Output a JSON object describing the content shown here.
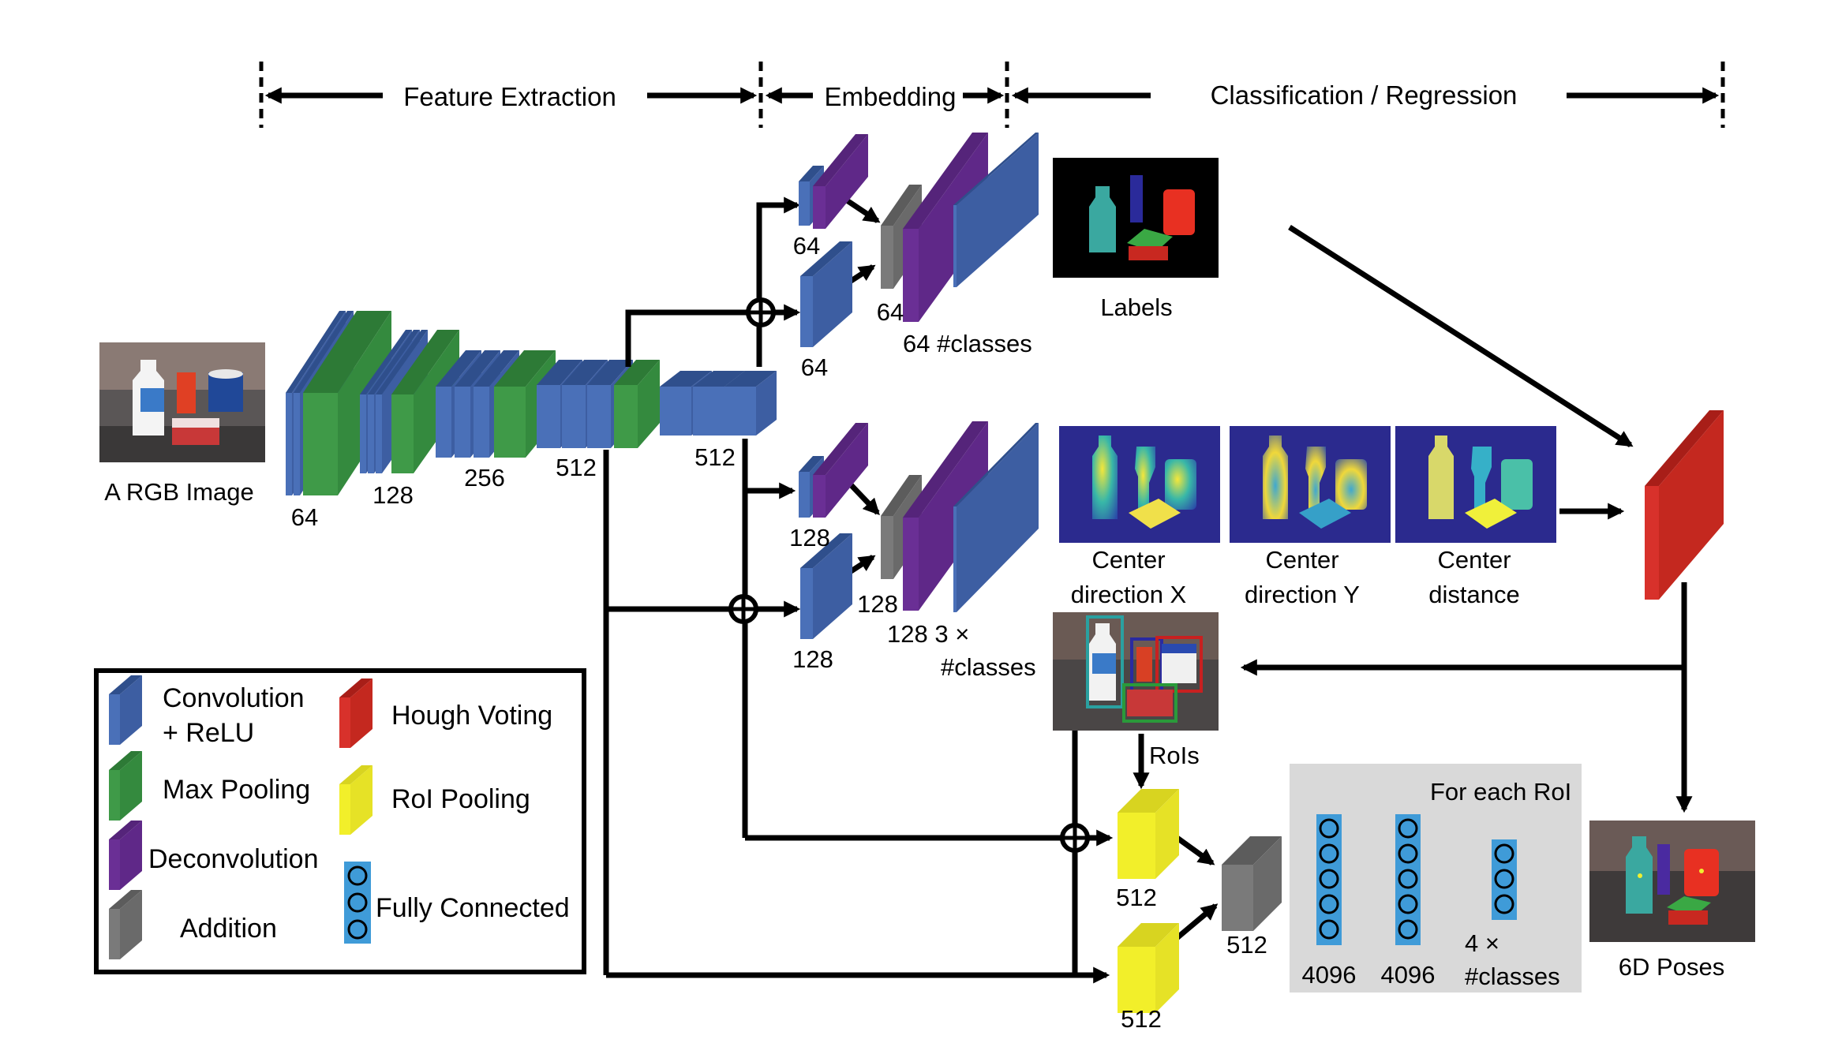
{
  "sections": {
    "feature_extraction": "Feature Extraction",
    "embedding": "Embedding",
    "classification": "Classification / Regression"
  },
  "input": {
    "caption": "A RGB Image"
  },
  "backbone": {
    "ch64": "64",
    "ch128": "128",
    "ch256": "256",
    "ch512a": "512",
    "ch512b": "512"
  },
  "label_branch": {
    "deconv_top": "64",
    "conv_bottom": "64",
    "add": "64",
    "output": "64 #classes",
    "image_caption": "Labels"
  },
  "center_branch": {
    "deconv_top": "128",
    "conv_bottom": "128",
    "add": "128",
    "output_line1": "128 3 ×",
    "output_line2": "#classes",
    "map_x_line1": "Center",
    "map_x_line2": "direction X",
    "map_y_line1": "Center",
    "map_y_line2": "direction Y",
    "map_d_line1": "Center",
    "map_d_line2": "distance"
  },
  "roi": {
    "label": "RoIs",
    "pool_top": "512",
    "pool_bottom": "512",
    "add": "512"
  },
  "fc": {
    "title": "For each RoI",
    "fc1": "4096",
    "fc2": "4096",
    "out_line1": "4 ×",
    "out_line2": "#classes"
  },
  "output": {
    "caption": "6D Poses"
  },
  "legend": {
    "conv_line1": "Convolution",
    "conv_line2": "+ ReLU",
    "maxpool": "Max Pooling",
    "deconv": "Deconvolution",
    "addition": "Addition",
    "hough": "Hough Voting",
    "roipool": "RoI Pooling",
    "fc": "Fully Connected"
  },
  "colors": {
    "conv": "#4a70b8",
    "maxpool": "#3f9a48",
    "deconv": "#6a2f95",
    "addition": "#7a7a7a",
    "hough": "#d8312b",
    "roipool": "#f2ef2a",
    "fc": "#3f9bd8"
  }
}
